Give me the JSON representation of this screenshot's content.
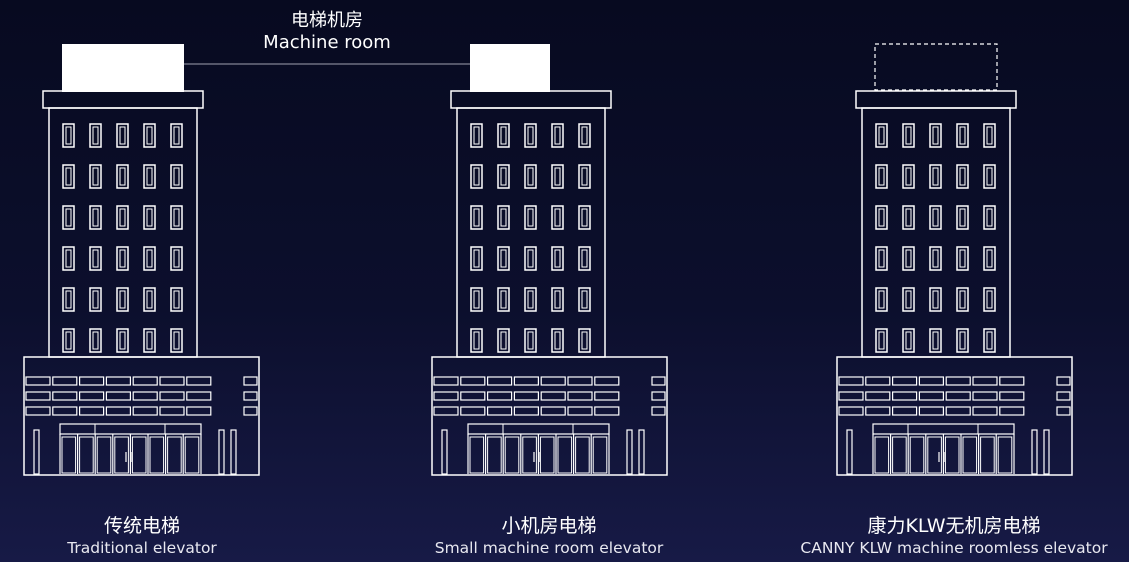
{
  "machine_room_label": {
    "zh": "电梯机房",
    "en": "Machine room"
  },
  "buildings": [
    {
      "key": "traditional",
      "zh": "传统电梯",
      "en": "Traditional elevator",
      "roof_room": "large"
    },
    {
      "key": "small",
      "zh": "小机房电梯",
      "en": "Small machine room elevator",
      "roof_room": "small"
    },
    {
      "key": "roomless",
      "zh": "康力KLW无机房电梯",
      "en": "CANNY KLW machine roomless elevator",
      "roof_room": "none-dashed"
    }
  ],
  "colors": {
    "background_top": "#070a20",
    "background_bottom": "#171a46",
    "line": "#ffffff",
    "connector": "#a0a0b0"
  }
}
